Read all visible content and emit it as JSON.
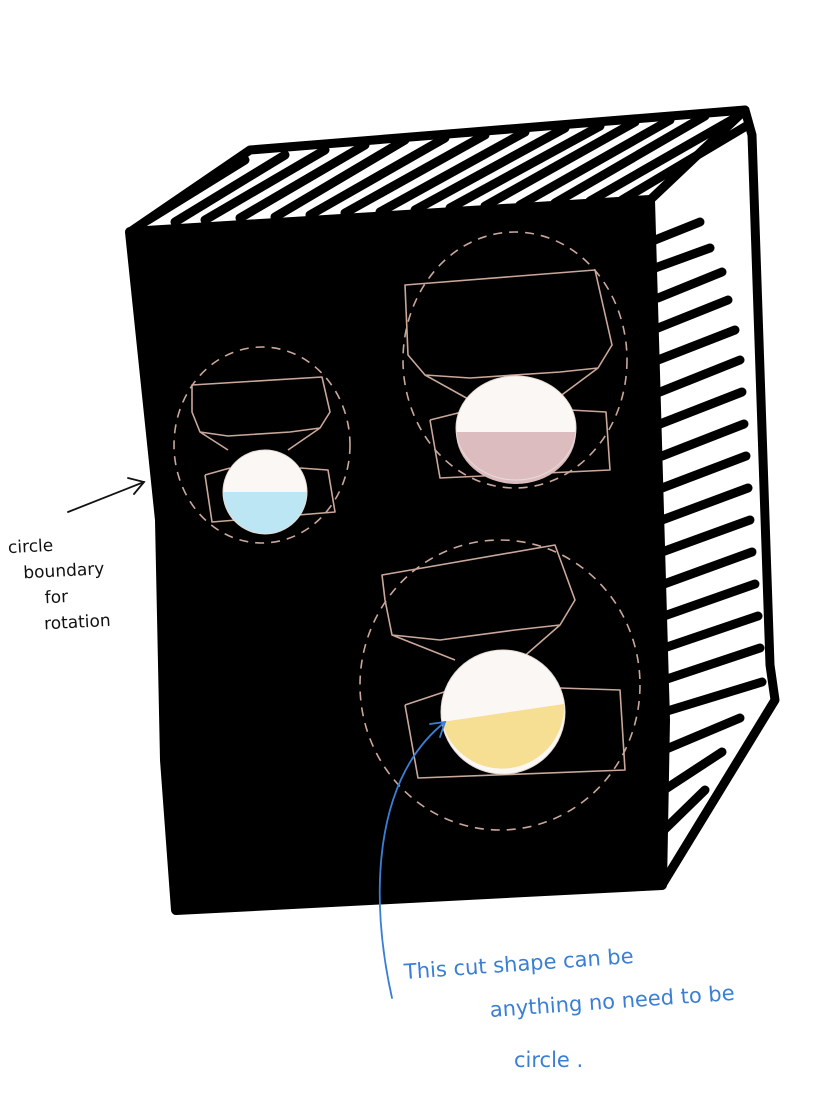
{
  "annotations": {
    "left_note": {
      "lines": [
        "circle",
        "boundary",
        "for",
        "rotation"
      ]
    },
    "bottom_note": {
      "lines": [
        "This cut shape can be",
        "anything no need to be",
        "circle ."
      ]
    }
  },
  "colors": {
    "box_fill": "#000000",
    "cutout_outline": "#c9a89a",
    "ball_white": "#fbf7f4",
    "ball_blue": "#bde6f5",
    "ball_pink": "#dcbcbf",
    "ball_yellow": "#f6de92",
    "note_blue": "#3a7fd5",
    "note_black": "#111111"
  },
  "icons": {
    "left_arrow": "arrow-right-icon",
    "bottom_arrow": "curved-arrow-up-icon"
  }
}
